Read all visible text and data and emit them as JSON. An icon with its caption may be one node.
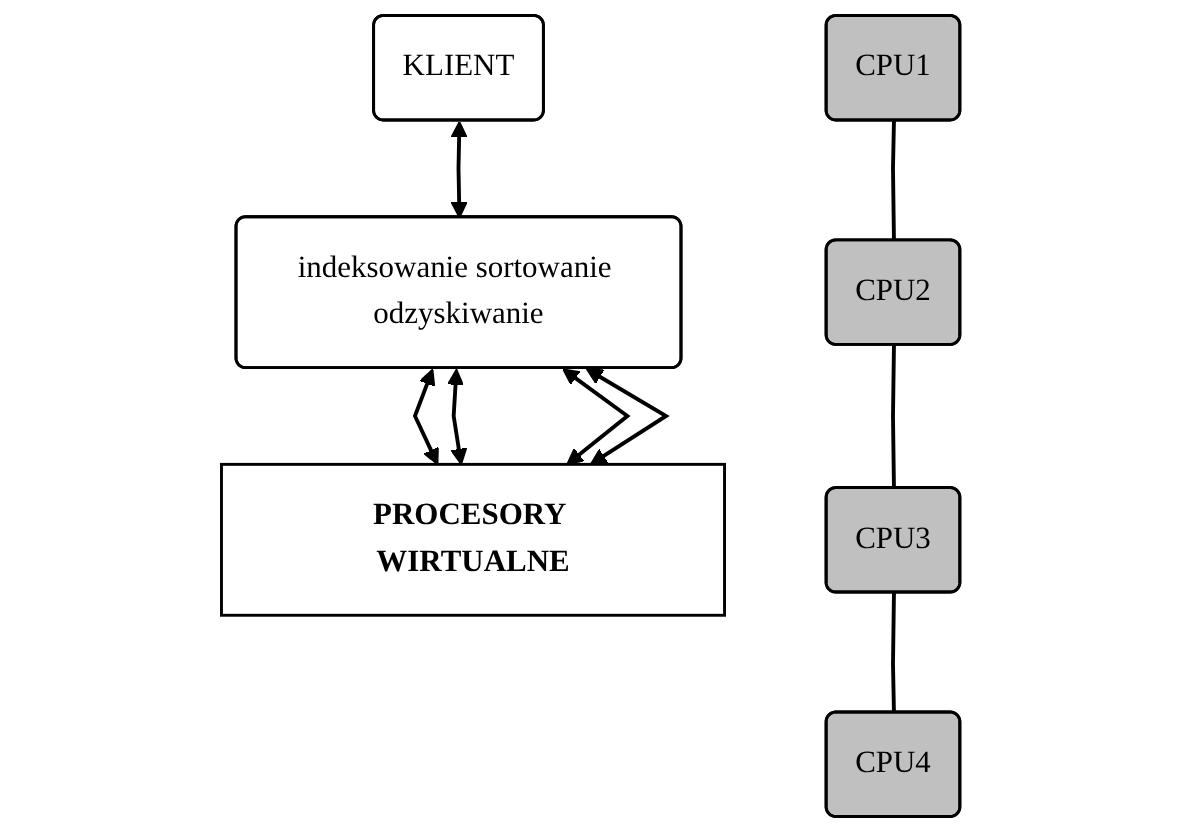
{
  "diagram": {
    "nodes": [
      {
        "text": [
          "KLIENT"
        ]
      },
      {
        "text": [
          "indeksowanie sortowanie odzyskiwanie"
        ]
      },
      {
        "text": [
          "PROCESORY WIRTUALNE"
        ]
      },
      {
        "text": [
          "CPU1"
        ]
      },
      {
        "text": [
          "CPU2"
        ]
      },
      {
        "text": [
          "CPU3"
        ]
      },
      {
        "text": [
          "CPU4"
        ]
      }
    ],
    "edges": [
      {
        "from": 0,
        "to": 1,
        "arrow": "both"
      },
      {
        "from": 1,
        "to": 2,
        "arrow": "both"
      },
      {
        "from": 1,
        "to": 2,
        "arrow": "both"
      },
      {
        "from": 1,
        "to": 2,
        "arrow": "both"
      },
      {
        "from": 1,
        "to": 2,
        "arrow": "both"
      },
      {
        "from": 3,
        "to": 4,
        "arrow": "none"
      },
      {
        "from": 4,
        "to": 5,
        "arrow": "none"
      },
      {
        "from": 5,
        "to": 6,
        "arrow": "none"
      }
    ]
  }
}
